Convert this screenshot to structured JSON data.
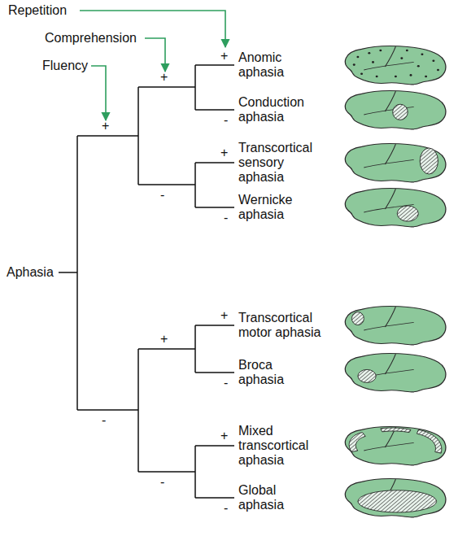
{
  "diagram": {
    "labels": [
      "Repetition",
      "Comprehension",
      "Fluency",
      "+",
      "Anomic aphasia",
      "-",
      "Conduction aphasia",
      "+",
      "+",
      "+",
      "Transcortical sensory aphasia",
      "-",
      "Wernicke aphasia",
      "-",
      "Aphasia",
      "+",
      "+",
      "Transcortical motor aphasia",
      "-",
      "Broca aphasia",
      "-",
      "+",
      "Mixed transcortical aphasia",
      "-",
      "-",
      "Global aphasia"
    ]
  }
}
